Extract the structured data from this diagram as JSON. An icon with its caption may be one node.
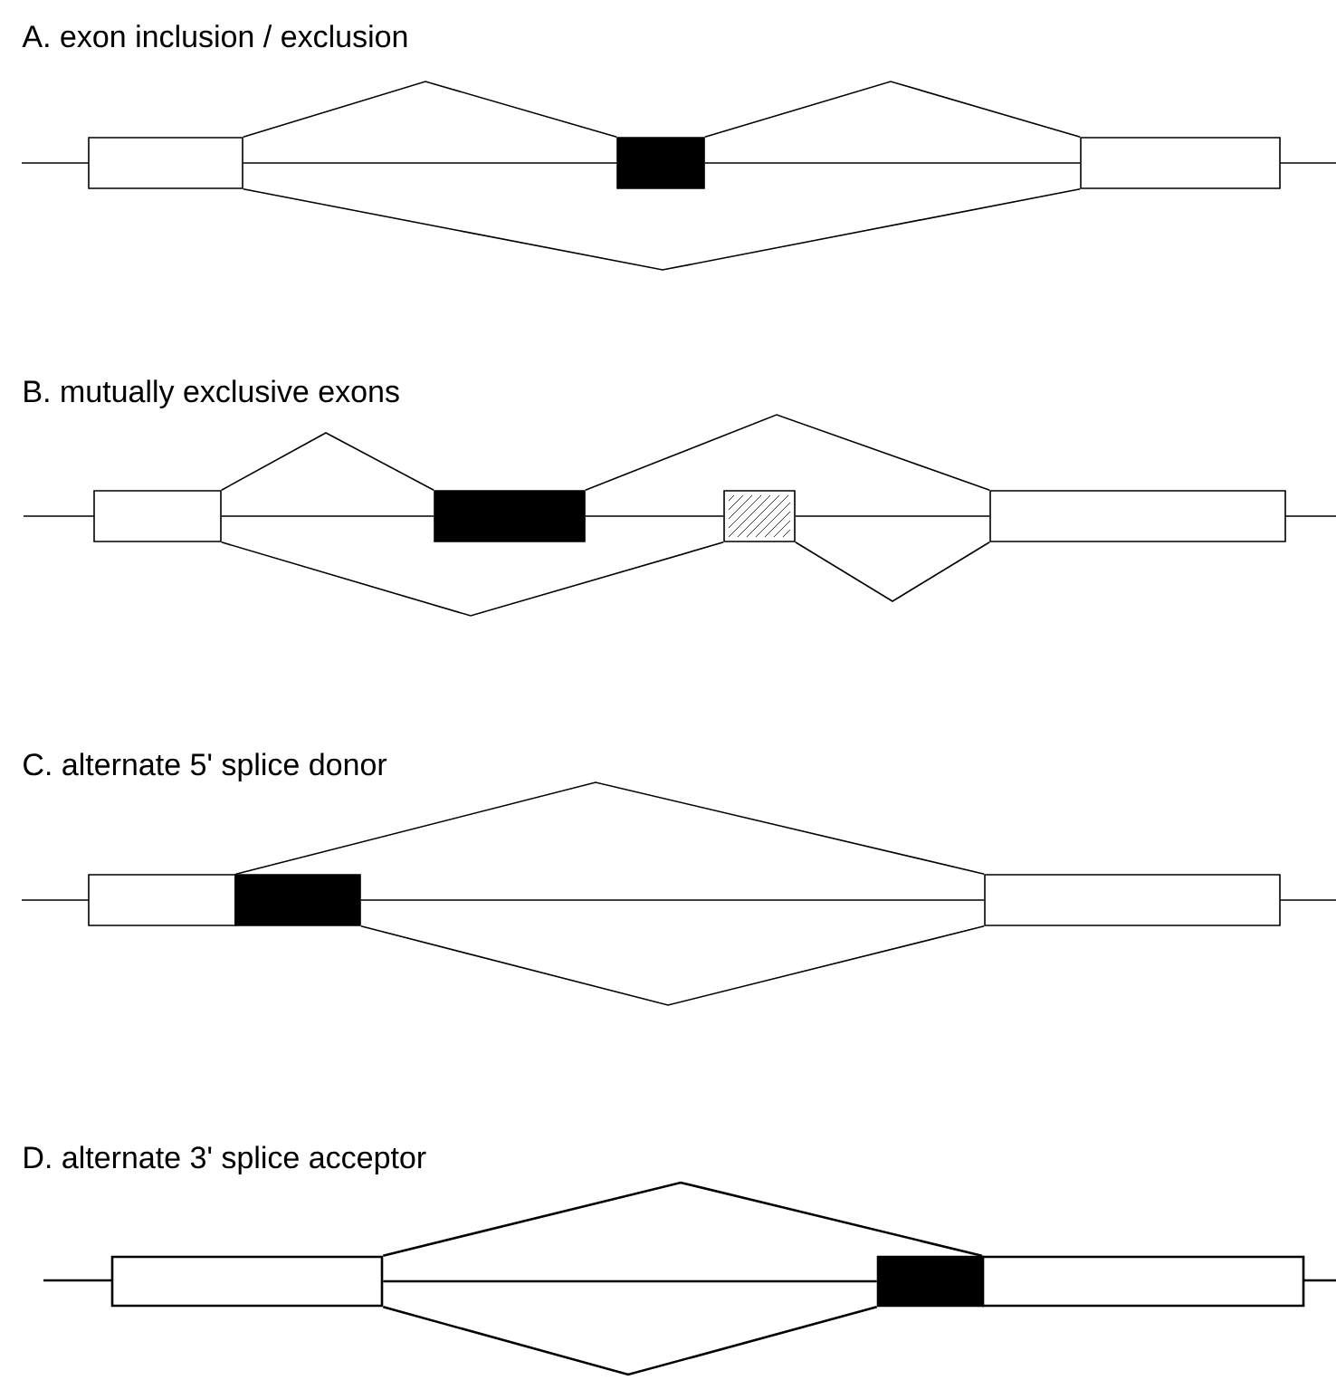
{
  "diagram": {
    "nodes": [
      {
        "text": [],
        "shape": "box"
      },
      {
        "text": [],
        "shape": "box"
      },
      {
        "text": [],
        "shape": "box"
      },
      {
        "text": [],
        "shape": "box"
      },
      {
        "text": [],
        "shape": "box"
      },
      {
        "text": [],
        "shape": "box"
      },
      {
        "text": [],
        "shape": "box"
      },
      {
        "text": [],
        "shape": "box"
      },
      {
        "text": [],
        "shape": "box"
      },
      {
        "text": [],
        "shape": "box"
      },
      {
        "text": [],
        "shape": "box"
      },
      {
        "text": [],
        "shape": "box"
      },
      {
        "text": [],
        "shape": "box"
      }
    ],
    "edges": [
      {
        "from": 0,
        "to": 1,
        "arrow": "none"
      },
      {
        "from": 1,
        "to": 2,
        "arrow": "none"
      },
      {
        "from": 0,
        "to": 2,
        "arrow": "none"
      },
      {
        "from": 0,
        "to": 1,
        "arrow": "none"
      },
      {
        "from": 1,
        "to": 2,
        "arrow": "none"
      },
      {
        "from": 3,
        "to": 4,
        "arrow": "none"
      },
      {
        "from": 4,
        "to": 6,
        "arrow": "none"
      },
      {
        "from": 3,
        "to": 5,
        "arrow": "none"
      },
      {
        "from": 5,
        "to": 6,
        "arrow": "none"
      },
      {
        "from": 3,
        "to": 4,
        "arrow": "none"
      },
      {
        "from": 4,
        "to": 5,
        "arrow": "none"
      },
      {
        "from": 5,
        "to": 6,
        "arrow": "none"
      },
      {
        "from": 7,
        "to": 9,
        "arrow": "none"
      },
      {
        "from": 8,
        "to": 9,
        "arrow": "none"
      },
      {
        "from": 8,
        "to": 9,
        "arrow": "none"
      },
      {
        "from": 10,
        "to": 12,
        "arrow": "none"
      },
      {
        "from": 10,
        "to": 11,
        "arrow": "none"
      },
      {
        "from": 10,
        "to": 11,
        "arrow": "none"
      }
    ],
    "labels": [
      "A. exon inclusion / exclusion",
      "B. mutually exclusive exons",
      "C. alternate 5' splice donor",
      "D. alternate 3' splice acceptor"
    ]
  }
}
